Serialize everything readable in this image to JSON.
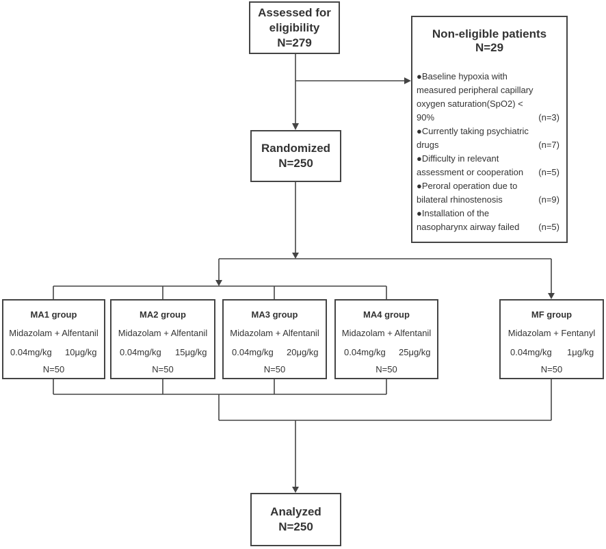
{
  "assessed": {
    "line1": "Assessed for",
    "line2": "eligibility",
    "n": "N=279"
  },
  "non_eligible": {
    "title": "Non-eligible patients",
    "n": "N=29",
    "items": [
      {
        "text": "●Baseline hypoxia with measured peripheral capillary oxygen saturation(SpO2) < 90%",
        "n": "(n=3)"
      },
      {
        "text": "●Currently taking psychiatric drugs",
        "n": "(n=7)"
      },
      {
        "text": "●Difficulty in relevant assessment or cooperation",
        "n": "(n=5)"
      },
      {
        "text": "●Peroral operation due to bilateral rhinostenosis",
        "n": "(n=9)"
      },
      {
        "text": "●Installation of the nasopharynx airway failed",
        "n": "(n=5)"
      }
    ]
  },
  "randomized": {
    "label": "Randomized",
    "n": "N=250"
  },
  "groups": [
    {
      "title": "MA1 group",
      "drug": "Midazolam + Alfentanil",
      "dose1": "0.04mg/kg",
      "dose2": "10μg/kg",
      "n": "N=50"
    },
    {
      "title": "MA2 group",
      "drug": "Midazolam + Alfentanil",
      "dose1": "0.04mg/kg",
      "dose2": "15μg/kg",
      "n": "N=50"
    },
    {
      "title": "MA3 group",
      "drug": "Midazolam + Alfentanil",
      "dose1": "0.04mg/kg",
      "dose2": "20μg/kg",
      "n": "N=50"
    },
    {
      "title": "MA4 group",
      "drug": "Midazolam + Alfentanil",
      "dose1": "0.04mg/kg",
      "dose2": "25μg/kg",
      "n": "N=50"
    },
    {
      "title": "MF group",
      "drug": "Midazolam + Fentanyl",
      "dose1": "0.04mg/kg",
      "dose2": "1μg/kg",
      "n": "N=50"
    }
  ],
  "analyzed": {
    "label": "Analyzed",
    "n": "N=250"
  }
}
